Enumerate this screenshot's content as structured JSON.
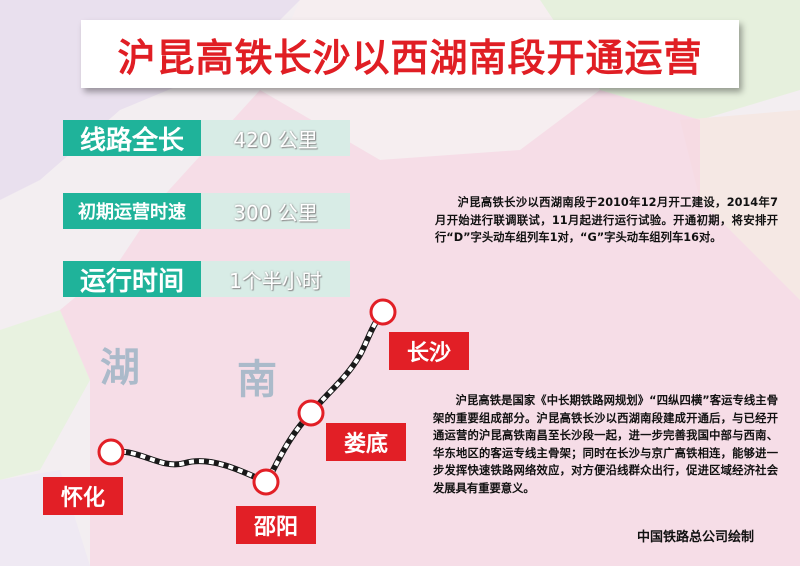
{
  "title": "沪昆高铁长沙以西湖南段开通运营",
  "stats": [
    {
      "label": "线路全长",
      "value": "420 公里"
    },
    {
      "label": "初期运营时速",
      "value": "300 公里"
    },
    {
      "label": "运行时间",
      "value": "1个半小时"
    }
  ],
  "region_label": [
    "湖",
    "南"
  ],
  "stations": [
    "怀化",
    "邵阳",
    "娄底",
    "长沙"
  ],
  "paragraphs": [
    "沪昆高铁长沙以西湖南段于2010年12月开工建设，2014年7月开始进行联调联试，11月起进行运行试验。开通初期，将安排开行“D”字头动车组列车1对，“G”字头动车组列车16对。",
    "沪昆高铁是国家《中长期铁路网规划》“四纵四横”客运专线主骨架的重要组成部分。沪昆高铁长沙以西湖南段建成开通后，与已经开通运营的沪昆高铁南昌至长沙段一起，进一步完善我国中部与西南、华东地区的客运专线主骨架；同时在长沙与京广高铁相连，能够进一步发挥快速铁路网络效应，对方便沿线群众出行，促进区域经济社会发展具有重要意义。"
  ],
  "credit": "中国铁路总公司绘制",
  "colors": {
    "accent_red": "#e21f26",
    "stat_green": "#1fb39a",
    "stat_value_bg": "#d8ece6"
  }
}
